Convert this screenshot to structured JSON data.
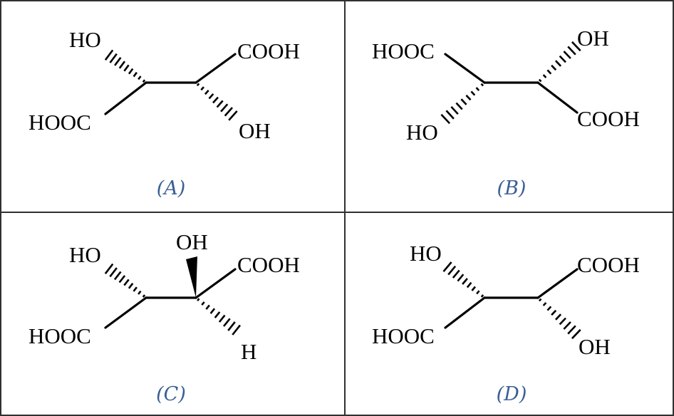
{
  "colors": {
    "caption": "#3a5f94",
    "ink": "#000000",
    "border": "#303030"
  },
  "panels": [
    {
      "id": "A",
      "caption": "(A)",
      "groups": {
        "upper_left": "HO",
        "lower_left": "HOOC",
        "upper_right": "COOH",
        "lower_right": "OH"
      },
      "stereo_bonds": {
        "upper_left": "hash",
        "lower_right": "hash"
      }
    },
    {
      "id": "B",
      "caption": "(B)",
      "groups": {
        "upper_left": "HOOC",
        "lower_left": "HO",
        "upper_right": "OH",
        "lower_right": "COOH"
      },
      "stereo_bonds": {
        "lower_left": "hash",
        "upper_right": "hash"
      }
    },
    {
      "id": "C",
      "caption": "(C)",
      "groups": {
        "upper_left": "HO",
        "lower_left": "HOOC",
        "top": "OH",
        "upper_right": "COOH",
        "lower_right": "H"
      },
      "stereo_bonds": {
        "upper_left": "hash",
        "top": "wedge",
        "lower_right": "hash"
      }
    },
    {
      "id": "D",
      "caption": "(D)",
      "groups": {
        "upper_left": "HO",
        "lower_left": "HOOC",
        "upper_right": "COOH",
        "lower_right": "OH"
      },
      "stereo_bonds": {
        "upper_left": "hash",
        "lower_right": "hash"
      }
    }
  ]
}
